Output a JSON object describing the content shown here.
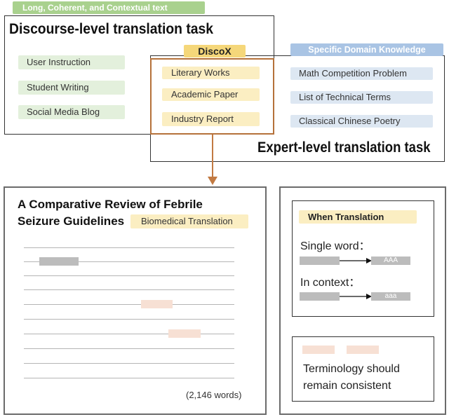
{
  "header": {
    "green_banner": "Long, Coherent, and Contextual text",
    "discourse_title": "Discourse-level translation task",
    "discox_label": "DiscoX",
    "blue_banner": "Specific Domain Knowledge",
    "expert_title": "Expert-level translation task"
  },
  "discourse_items": [
    "User Instruction",
    "Student Writing",
    "Social Media Blog"
  ],
  "discox_items": [
    "Literary Works",
    "Academic Paper",
    "Industry Report"
  ],
  "expert_items": [
    "Math Competition Problem",
    "List of Technical Terms",
    "Classical Chinese Poetry"
  ],
  "document": {
    "title_line1": "A Comparative Review of Febrile",
    "title_line2": "Seizure Guidelines",
    "tag": "Biomedical Translation",
    "word_count": "(2,146 words)"
  },
  "translation_panel": {
    "title": "When Translation",
    "single_word_label": "Single word：",
    "single_word_output": "AAA",
    "in_context_label": "In context：",
    "in_context_output": "aaa"
  },
  "terminology": {
    "text_line1": "Terminology should",
    "text_line2": "remain consistent"
  },
  "colors": {
    "green": "#e3f0dc",
    "yellow": "#fbeec2",
    "blue": "#dde7f2",
    "orange_border": "#b5713a",
    "gray_bar": "#bcbcbc",
    "peach_bar": "#f7e0d4"
  }
}
